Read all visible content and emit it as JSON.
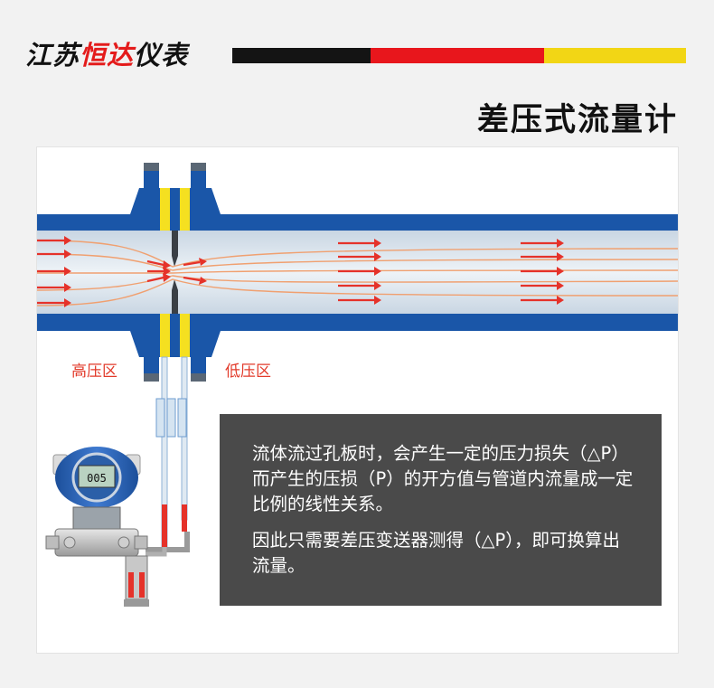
{
  "header": {
    "brand_prefix": "江苏",
    "brand_accent": "恒达",
    "brand_suffix": "仪表",
    "title": "差压式流量计"
  },
  "diagram": {
    "high_pressure_label": "高压区",
    "low_pressure_label": "低压区",
    "transmitter_display": "005"
  },
  "description": {
    "paragraph1": "流体流过孔板时，会产生一定的压力损失（△P）而产生的压损（P）的开方值与管道内流量成一定比例的线性关系。",
    "paragraph2": "因此只需要差压变送器测得（△P），即可换算出流量。"
  },
  "colors": {
    "pipe_blue": "#1a56a8",
    "flange_yellow": "#f5e020",
    "flow_red": "#e5322a",
    "stripe_black": "#141414",
    "stripe_red": "#e8161c",
    "stripe_yellow": "#f2d615",
    "text_box_bg": "#4a4a4a"
  }
}
